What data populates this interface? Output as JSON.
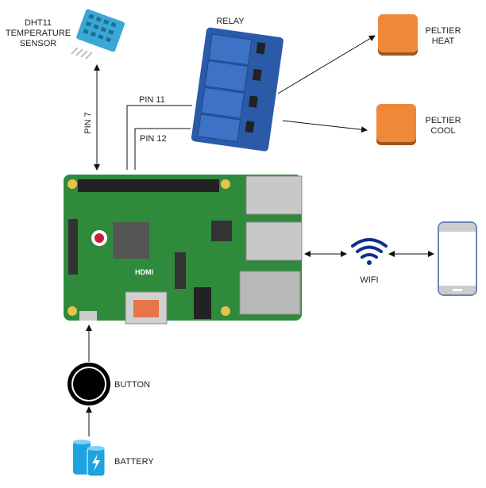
{
  "labels": {
    "sensor_line1": "DHT11",
    "sensor_line2": "TEMPERATURE",
    "sensor_line3": "SENSOR",
    "relay": "RELAY",
    "pin7": "PIN 7",
    "pin11": "PIN 11",
    "pin12": "PIN 12",
    "peltier_heat_line1": "PELTIER",
    "peltier_heat_line2": "HEAT",
    "peltier_cool_line1": "PELTIER",
    "peltier_cool_line2": "COOL",
    "wifi": "WIFI",
    "button": "BUTTON",
    "battery": "BATTERY",
    "board_hdmi": "HDMI"
  },
  "colors": {
    "peltier": "#f0883a",
    "board": "#2f8a3c",
    "relay": "#2a5aa8",
    "sensor": "#3ba7d6",
    "wifi": "#0d2f8f",
    "phone": "#6c84b8",
    "battery": "#1ea3e0"
  }
}
